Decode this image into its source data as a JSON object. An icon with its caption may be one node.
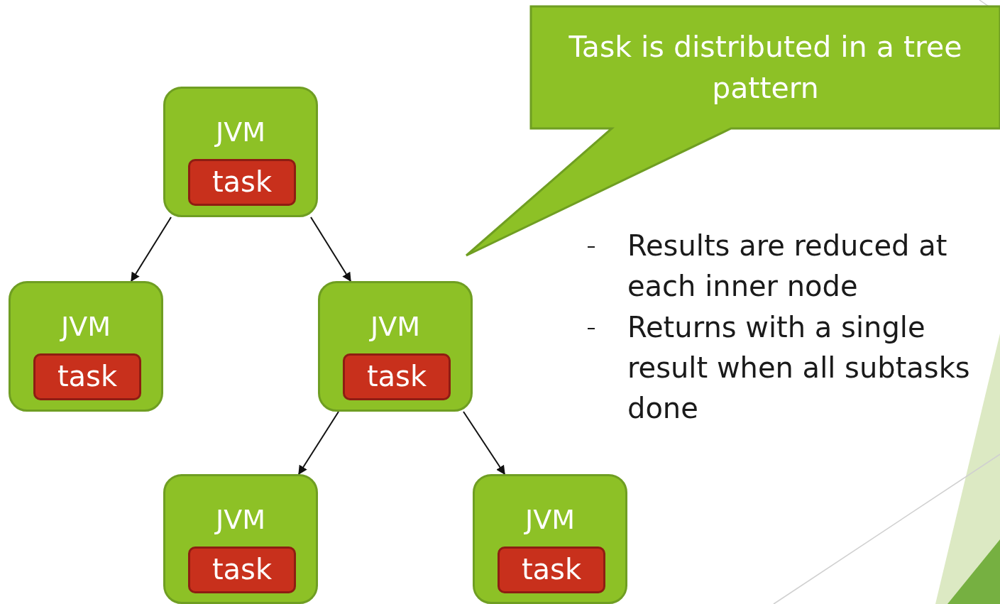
{
  "diagram": {
    "nodes": [
      {
        "text": [
          "JVM"
        ]
      },
      {
        "text": [
          "task"
        ],
        "in": 0
      },
      {
        "text": [
          "JVM"
        ]
      },
      {
        "text": [
          "task"
        ],
        "in": 2
      },
      {
        "text": [
          "JVM"
        ]
      },
      {
        "text": [
          "task"
        ],
        "in": 4
      },
      {
        "text": [
          "JVM"
        ]
      },
      {
        "text": [
          "task"
        ],
        "in": 6
      },
      {
        "text": [
          "JVM"
        ]
      },
      {
        "text": [
          "task"
        ],
        "in": 8
      },
      {
        "text": [
          "Task is distributed in a tree pattern"
        ]
      }
    ],
    "edges": [
      {
        "from": 0,
        "to": 2,
        "arrow": "to"
      },
      {
        "from": 0,
        "to": 4,
        "arrow": "to"
      },
      {
        "from": 4,
        "to": 6,
        "arrow": "to"
      },
      {
        "from": 4,
        "to": 8,
        "arrow": "to"
      }
    ],
    "labels": [
      "Results are reduced at each inner node",
      "Returns with a single result when all subtasks done"
    ]
  }
}
